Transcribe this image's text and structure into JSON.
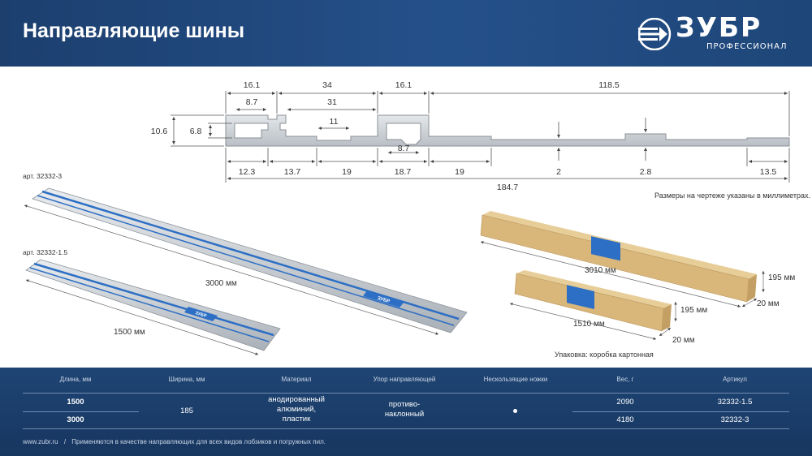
{
  "header": {
    "title": "Направляющие шины",
    "logo_main": "ЗУБР",
    "logo_sub": "ПРОФЕССИОНАЛ"
  },
  "profile_dims": {
    "top": [
      "16.1",
      "34",
      "16.1",
      "118.5"
    ],
    "inner_top": [
      "8.7",
      "31",
      "11"
    ],
    "left": [
      "10.6",
      "6.8"
    ],
    "inner_bottom": "8.7",
    "bottom": [
      "12.3",
      "13.7",
      "19",
      "18.7",
      "19",
      "2",
      "2.8",
      "13.5"
    ],
    "total": "184.7"
  },
  "notes": {
    "units": "Размеры на чертеже указаны в миллиметрах.",
    "packaging": "Упаковка: коробка картонная"
  },
  "products": {
    "art_long": "арт. 32332-3",
    "art_short": "арт. 32332-1.5",
    "len_long": "3000 мм",
    "len_short": "1500 мм",
    "box_long_len": "3010 мм",
    "box_long_h": "195 мм",
    "box_long_w": "20 мм",
    "box_short_len": "1510 мм",
    "box_short_h": "195 мм",
    "box_short_w": "20 мм",
    "rail_label": "ЗУБР"
  },
  "table": {
    "headers": [
      "Длина, мм",
      "Ширина, мм",
      "Материал",
      "Упор направляющей",
      "Нескользящие ножки",
      "Вес, г",
      "Артикул"
    ],
    "row1_length": "1500",
    "row2_length": "3000",
    "width": "185",
    "material": [
      "анодированный",
      "алюминий,",
      "пластик"
    ],
    "stop": [
      "противо-",
      "наклонный"
    ],
    "row1_weight": "2090",
    "row2_weight": "4180",
    "row1_article": "32332-1.5",
    "row2_article": "32332-3"
  },
  "footer": {
    "site": "www.zubr.ru",
    "separator": "/",
    "text": "Применяются в качестве направляющих для всех видов лобзиков и погружных пил."
  },
  "colors": {
    "header_bg": "#24508a",
    "footer_bg": "#1f4574",
    "rail_blue": "#2d6fc4",
    "box": "#d9b67a"
  }
}
